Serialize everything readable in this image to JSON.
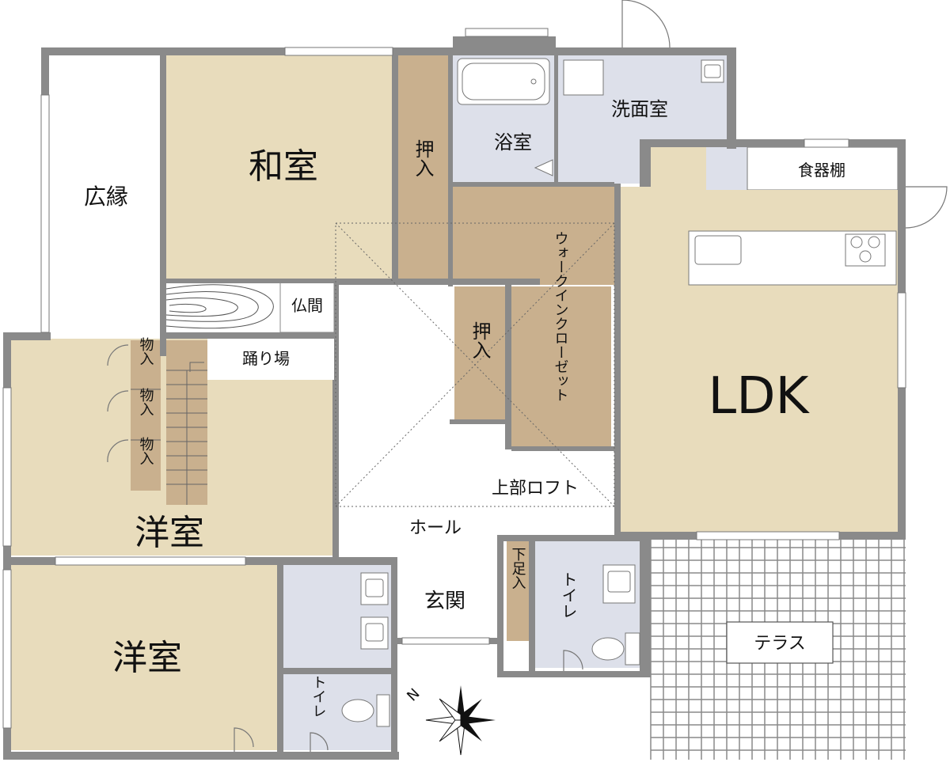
{
  "colors": {
    "tatami": "#e8dcbc",
    "closet": "#c9b08e",
    "wet": "#dde0ea",
    "wall": "#8a8a8a",
    "white": "#ffffff",
    "grid": "#8a8a8a"
  },
  "rooms": {
    "washitsu": "和室",
    "hiroen": "広縁",
    "oshiire_top": "押入",
    "yokushitsu": "浴室",
    "senmenshitsu": "洗面室",
    "shokkidana": "食器棚",
    "butsuma": "仏間",
    "odoriba": "踊り場",
    "monoire1": "物入",
    "monoire2": "物入",
    "monoire3": "物入",
    "oshiire_mid": "押入",
    "walkin": "ウォークインクローゼット",
    "ldk": "LDK",
    "loft": "上部ロフト",
    "youshitsu1": "洋室",
    "hall": "ホール",
    "genkan": "玄関",
    "getabako": "下足入",
    "toilet1": "トイレ",
    "terrace": "テラス",
    "youshitsu2": "洋室",
    "toilet2": "トイレ",
    "north": "N"
  },
  "icons": {
    "bathtub": "bathtub-icon",
    "sink": "sink-icon",
    "stove": "stove-icon",
    "toilet": "toilet-icon",
    "compass": "compass-icon"
  }
}
